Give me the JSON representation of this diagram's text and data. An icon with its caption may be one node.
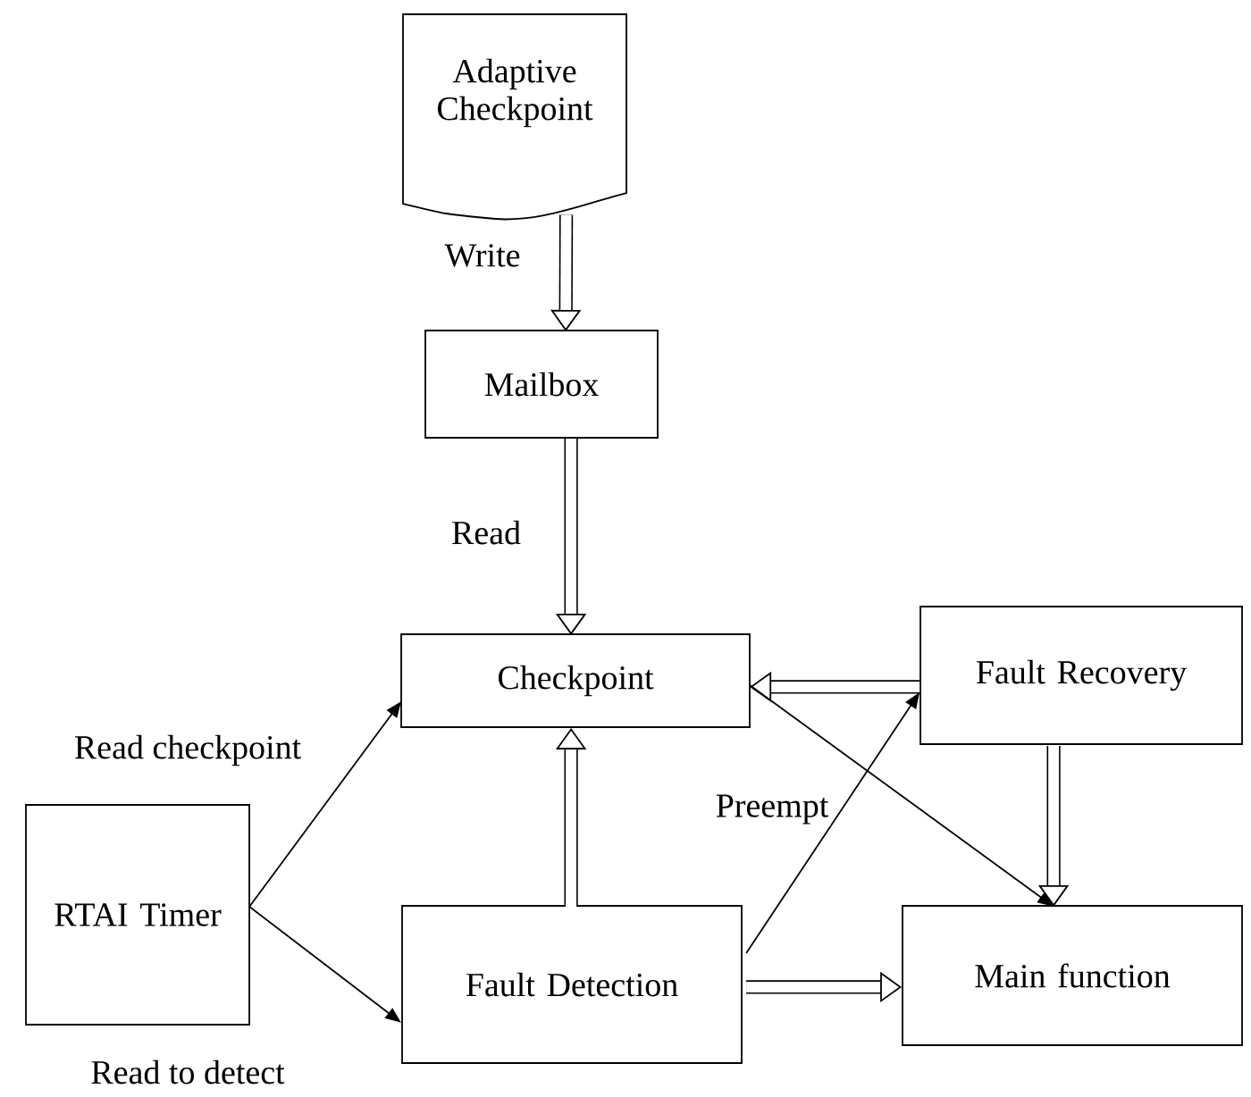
{
  "diagram": {
    "nodes": [
      {
        "text": [
          "Adaptive Checkpoint"
        ]
      },
      {
        "text": [
          "Mailbox"
        ]
      },
      {
        "text": [
          "Checkpoint"
        ]
      },
      {
        "text": [
          "Fault Recovery"
        ]
      },
      {
        "text": [
          "RTAI Timer"
        ]
      },
      {
        "text": [
          "Fault Detection"
        ]
      },
      {
        "text": [
          "Main function"
        ]
      }
    ],
    "edges": [
      {
        "from": 0,
        "to": 1,
        "arrow": "to",
        "label": "Write"
      },
      {
        "from": 1,
        "to": 2,
        "arrow": "to",
        "label": "Read"
      },
      {
        "from": 3,
        "to": 2,
        "arrow": "to"
      },
      {
        "from": 4,
        "to": 2,
        "arrow": "to",
        "label": "Read checkpoint"
      },
      {
        "from": 4,
        "to": 5,
        "arrow": "to",
        "label": "Read to detect"
      },
      {
        "from": 5,
        "to": 2,
        "arrow": "to"
      },
      {
        "from": 5,
        "to": 3,
        "arrow": "to",
        "label": "Preempt"
      },
      {
        "from": 2,
        "to": 6,
        "arrow": "to"
      },
      {
        "from": 3,
        "to": 6,
        "arrow": "to"
      },
      {
        "from": 5,
        "to": 6,
        "arrow": "to"
      }
    ]
  }
}
